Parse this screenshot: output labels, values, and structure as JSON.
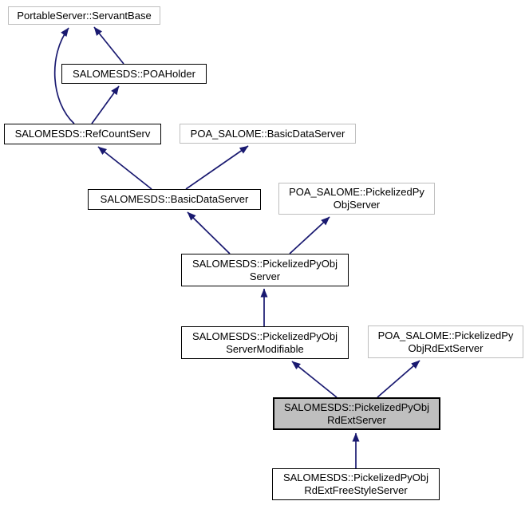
{
  "diagram_type": "class-inheritance-graph",
  "colors": {
    "background": "#ffffff",
    "arrow": "#191970",
    "internal_node_border": "#000000",
    "external_node_border": "#bebebe",
    "current_node_fill": "#bfbfbf",
    "node_fill": "#ffffff",
    "text": "#000000"
  },
  "nodes": [
    {
      "id": "portableserver-servantbase",
      "kind": "external",
      "lines": [
        "PortableServer::ServantBase"
      ]
    },
    {
      "id": "salomesds-poaholder",
      "kind": "internal",
      "lines": [
        "SALOMESDS::POAHolder"
      ]
    },
    {
      "id": "salomesds-refcountserv",
      "kind": "internal",
      "lines": [
        "SALOMESDS::RefCountServ"
      ]
    },
    {
      "id": "poa-salome-basicdataserver",
      "kind": "external",
      "lines": [
        "POA_SALOME::BasicDataServer"
      ]
    },
    {
      "id": "salomesds-basicdataserver",
      "kind": "internal",
      "lines": [
        "SALOMESDS::BasicDataServer"
      ]
    },
    {
      "id": "poa-salome-pickelizedpyobjserver",
      "kind": "external",
      "lines": [
        "POA_SALOME::PickelizedPy",
        "ObjServer"
      ]
    },
    {
      "id": "salomesds-pickelizedpyobjserver",
      "kind": "internal",
      "lines": [
        "SALOMESDS::PickelizedPyObj",
        "Server"
      ]
    },
    {
      "id": "salomesds-pickelizedpyobjservermodifiable",
      "kind": "internal",
      "lines": [
        "SALOMESDS::PickelizedPyObj",
        "ServerModifiable"
      ]
    },
    {
      "id": "poa-salome-pickelizedpyobjrdextserver",
      "kind": "external",
      "lines": [
        "POA_SALOME::PickelizedPy",
        "ObjRdExtServer"
      ]
    },
    {
      "id": "salomesds-pickelizedpyobjrdextserver",
      "kind": "current",
      "lines": [
        "SALOMESDS::PickelizedPyObj",
        "RdExtServer"
      ]
    },
    {
      "id": "salomesds-pickelizedpyobjrdextfreestyleserver",
      "kind": "internal",
      "lines": [
        "SALOMESDS::PickelizedPyObj",
        "RdExtFreeStyleServer"
      ]
    }
  ],
  "edges": [
    {
      "from": "SALOMESDS::POAHolder",
      "to": "PortableServer::ServantBase"
    },
    {
      "from": "SALOMESDS::RefCountServ",
      "to": "PortableServer::ServantBase"
    },
    {
      "from": "SALOMESDS::RefCountServ",
      "to": "SALOMESDS::POAHolder"
    },
    {
      "from": "SALOMESDS::BasicDataServer",
      "to": "SALOMESDS::RefCountServ"
    },
    {
      "from": "SALOMESDS::BasicDataServer",
      "to": "POA_SALOME::BasicDataServer"
    },
    {
      "from": "SALOMESDS::PickelizedPyObjServer",
      "to": "SALOMESDS::BasicDataServer"
    },
    {
      "from": "SALOMESDS::PickelizedPyObjServer",
      "to": "POA_SALOME::PickelizedPyObjServer"
    },
    {
      "from": "SALOMESDS::PickelizedPyObjServerModifiable",
      "to": "SALOMESDS::PickelizedPyObjServer"
    },
    {
      "from": "SALOMESDS::PickelizedPyObjRdExtServer",
      "to": "SALOMESDS::PickelizedPyObjServerModifiable"
    },
    {
      "from": "SALOMESDS::PickelizedPyObjRdExtServer",
      "to": "POA_SALOME::PickelizedPyObjRdExtServer"
    },
    {
      "from": "SALOMESDS::PickelizedPyObjRdExtFreeStyleServer",
      "to": "SALOMESDS::PickelizedPyObjRdExtServer"
    }
  ]
}
